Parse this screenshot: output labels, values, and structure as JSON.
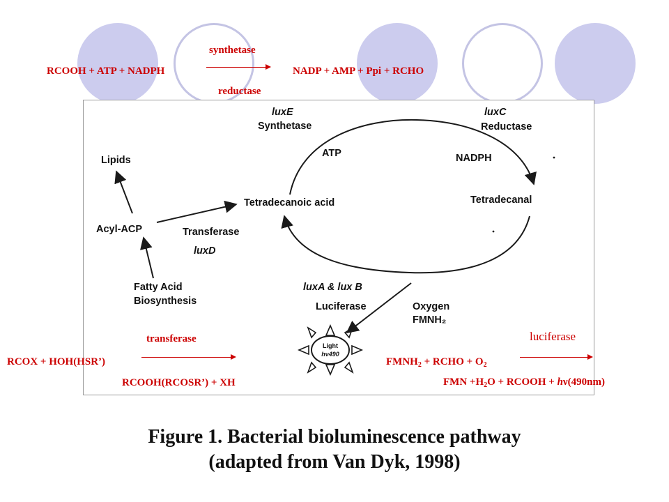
{
  "top_reaction": {
    "reactants": "RCOOH + ATP + NADPH",
    "enzyme_above": "synthetase",
    "enzyme_below": "reductase",
    "products": "NADP + AMP + Ppi + RCHO"
  },
  "diagram": {
    "luxE": "luxE",
    "synthetase": "Synthetase",
    "luxC": "luxC",
    "reductase": "Reductase",
    "atp": "ATP",
    "nadph": "NADPH",
    "lipids": "Lipids",
    "tetradecanoic_acid": "Tetradecanoic acid",
    "tetradecanal": "Tetradecanal",
    "acyl_acp": "Acyl-ACP",
    "transferase": "Transferase",
    "luxD": "luxD",
    "fatty_acid": "Fatty Acid",
    "biosynthesis": "Biosynthesis",
    "luxA_luxB": "luxA & lux B",
    "luciferase": "Luciferase",
    "oxygen": "Oxygen",
    "fmnh2": "FMNH₂",
    "light": "Light",
    "hv490": "hν490"
  },
  "transferase_reaction": {
    "enzyme": "transferase",
    "reactants": "RCOX + HOH(HSR’)",
    "products": "RCOOH(RCOSR’) + XH"
  },
  "luciferase_reaction": {
    "enzyme": "luciferase",
    "reactants_prefix": "FMNH",
    "reactants_sub": "2",
    "reactants_mid": " + RCHO + O",
    "reactants_sub2": "2",
    "products_prefix": "FMN +H",
    "products_sub": "2",
    "products_mid": "O + RCOOH +",
    "products_h": "h",
    "products_nu": "ν",
    "products_suffix": "(490nm)"
  },
  "caption": {
    "line1": "Figure 1. Bacterial bioluminescence pathway",
    "line2": "(adapted from Van Dyk, 1998)"
  },
  "colors": {
    "reaction_text": "#cc0000",
    "circle_fill": "#ccccee",
    "circle_outline": "#c4c4e4"
  }
}
